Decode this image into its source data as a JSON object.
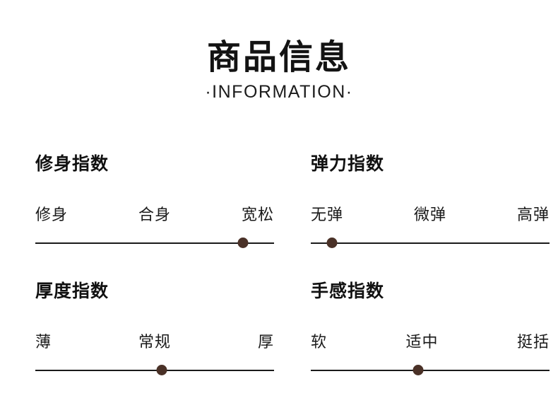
{
  "header": {
    "title": "商品信息",
    "subtitle": "·INFORMATION·"
  },
  "colors": {
    "background": "#ffffff",
    "text": "#111111",
    "track": "#1a1a1a",
    "dot": "#4a3127"
  },
  "meters": [
    {
      "name": "fit-index",
      "title": "修身指数",
      "labels": [
        "修身",
        "合身",
        "宽松"
      ],
      "selected_label": "宽松",
      "dot_percent": 87
    },
    {
      "name": "elasticity-index",
      "title": "弹力指数",
      "labels": [
        "无弹",
        "微弹",
        "高弹"
      ],
      "selected_label": "无弹",
      "dot_percent": 9
    },
    {
      "name": "thickness-index",
      "title": "厚度指数",
      "labels": [
        "薄",
        "常规",
        "厚"
      ],
      "selected_label": "常规",
      "dot_percent": 53
    },
    {
      "name": "handfeel-index",
      "title": "手感指数",
      "labels": [
        "软",
        "适中",
        "挺括"
      ],
      "selected_label": "适中",
      "dot_percent": 45
    }
  ]
}
